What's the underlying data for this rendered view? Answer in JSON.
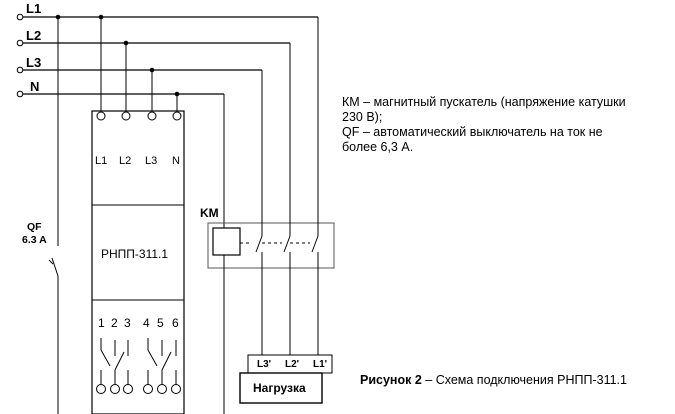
{
  "lines": [
    "L1",
    "L2",
    "L3",
    "N"
  ],
  "device": {
    "terminals_top": [
      "L1",
      "L2",
      "L3",
      "N"
    ],
    "model": "РНПП-311.1",
    "terminals_bottom": [
      "1",
      "2",
      "3",
      "4",
      "5",
      "6"
    ]
  },
  "breaker": {
    "name": "QF",
    "rating": "6.3 A"
  },
  "starter": {
    "name": "KM"
  },
  "load": {
    "label": "Нагрузка",
    "inputs": [
      "L3'",
      "L2'",
      "L1'"
    ]
  },
  "legend": {
    "km_line1": "КМ – магнитный пускатель (напряжение катушки",
    "km_line2": "230 В);",
    "qf_line1": "QF – автоматический выключатель на ток не",
    "qf_line2": "более 6,3 А."
  },
  "caption": {
    "bold": "Рисунок 2",
    "rest": " – Схема подключения РНПП-311.1"
  }
}
